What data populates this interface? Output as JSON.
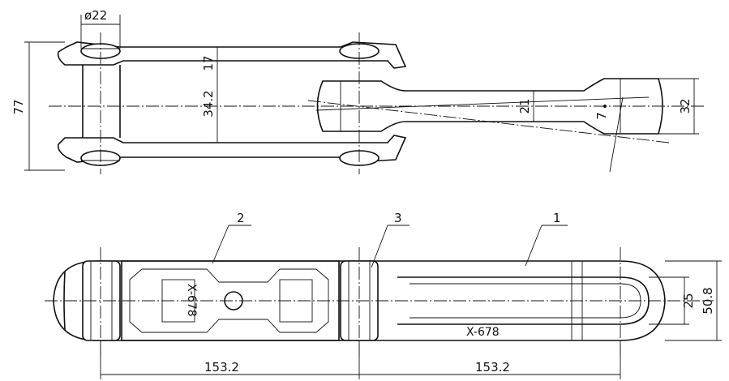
{
  "top_view": {
    "dims": {
      "pin_diameter": "ø22",
      "overall_height": "77",
      "plate_height": "17",
      "inner_width": "34.2",
      "neck_width": "21",
      "bar_height": "32",
      "angle": "7"
    }
  },
  "bottom_view": {
    "dims": {
      "pitch_left": "153.2",
      "pitch_right": "153.2",
      "slot_width": "25",
      "link_height": "50.8"
    },
    "callouts": {
      "part1": "1",
      "part2": "2",
      "part3": "3"
    },
    "markings": {
      "part_code_left": "X-678",
      "part_code_right": "X-678"
    }
  }
}
